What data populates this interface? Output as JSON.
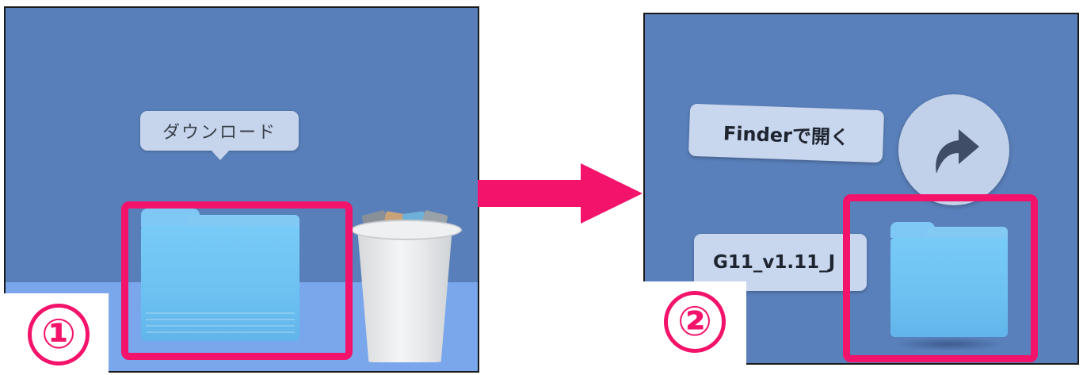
{
  "panel1": {
    "tooltip": "ダウンロード",
    "step_number": "①",
    "icons": [
      "downloads-folder-icon",
      "trash-icon"
    ]
  },
  "panel2": {
    "finder_label": "Finderで開く",
    "file_label": "G11_v1.11_J",
    "step_number": "②",
    "icons": [
      "open-arrow-icon",
      "downloads-folder-icon"
    ]
  },
  "colors": {
    "desktop_blue": "#587fb9",
    "dock_blue": "#7aa6ec",
    "highlight_pink": "#f4136a",
    "folder_blue": "#6cc1f2",
    "pill_bg": "#c8d6ee"
  }
}
